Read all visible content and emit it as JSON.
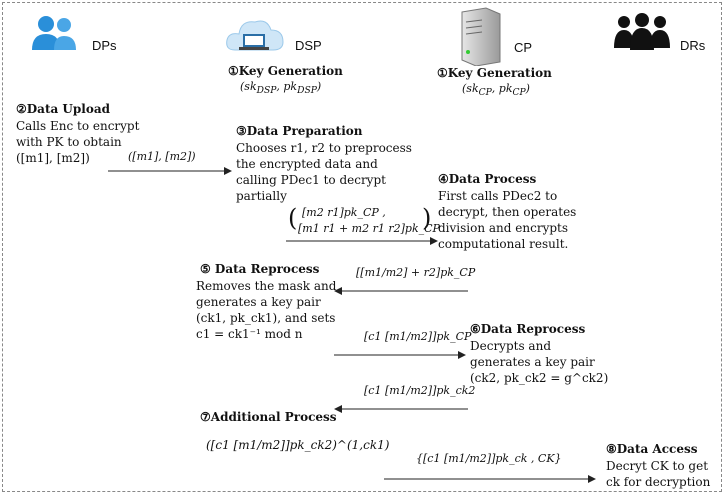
{
  "entities": {
    "dps": "DPs",
    "dsp": "DSP",
    "cp": "CP",
    "drs": "DRs"
  },
  "steps": {
    "keygen_dsp": {
      "title": "①Key Generation",
      "formula": "(sk_DSP , pk_DSP)"
    },
    "keygen_cp": {
      "title": "①Key Generation",
      "formula": "(sk_CP , pk_CP)"
    },
    "data_upload": {
      "title": "②Data Upload",
      "line1": "Calls Enc to encrypt",
      "line2": "with PK to obtain",
      "line3": "([m1], [m2])"
    },
    "data_preparation": {
      "title": "③Data Preparation",
      "line1": "Chooses r1, r2 to preprocess",
      "line2": "the encrypted data and",
      "line3": "calling PDec1 to decrypt",
      "line4": "partially"
    },
    "data_process": {
      "title": "④Data Process",
      "line1": "First calls PDec2 to",
      "line2": "decrypt, then operates",
      "line3": "division and encrypts",
      "line4": "computational result."
    },
    "data_reprocess_dsp": {
      "title": "⑤ Data Reprocess",
      "line1": "Removes the mask and",
      "line2": "generates a key pair",
      "line3": "(ck1, pk_ck1), and sets",
      "line4": "c1 = ck1⁻¹ mod n"
    },
    "data_reprocess_cp": {
      "title": "⑥Data Reprocess",
      "line1": "Decrypts and",
      "line2": "generates a key pair",
      "line3": "(ck2, pk_ck2 = g^ck2)"
    },
    "additional_process": {
      "title": "⑦Additional Process",
      "formula": "([c1 [m1/m2]]pk_ck2)^(1,ck1)"
    },
    "data_access": {
      "title": "⑧Data Access",
      "line1": "Decryt CK to get",
      "line2": "ck for decryption"
    }
  },
  "messages": {
    "m_upload": "([m1], [m2])",
    "m_prep_line1": "[m2 r1]pk_CP ,",
    "m_prep_line2": "[m1 r1 + m2 r1 r2]pk_CP",
    "m_process": "[[m1/m2] + r2]pk_CP",
    "m_reprocess": "[c1 [m1/m2]]pk_CP",
    "m_cp_back": "[c1 [m1/m2]]pk_ck2",
    "m_access": "{[c1 [m1/m2]]pk_ck , CK}"
  }
}
